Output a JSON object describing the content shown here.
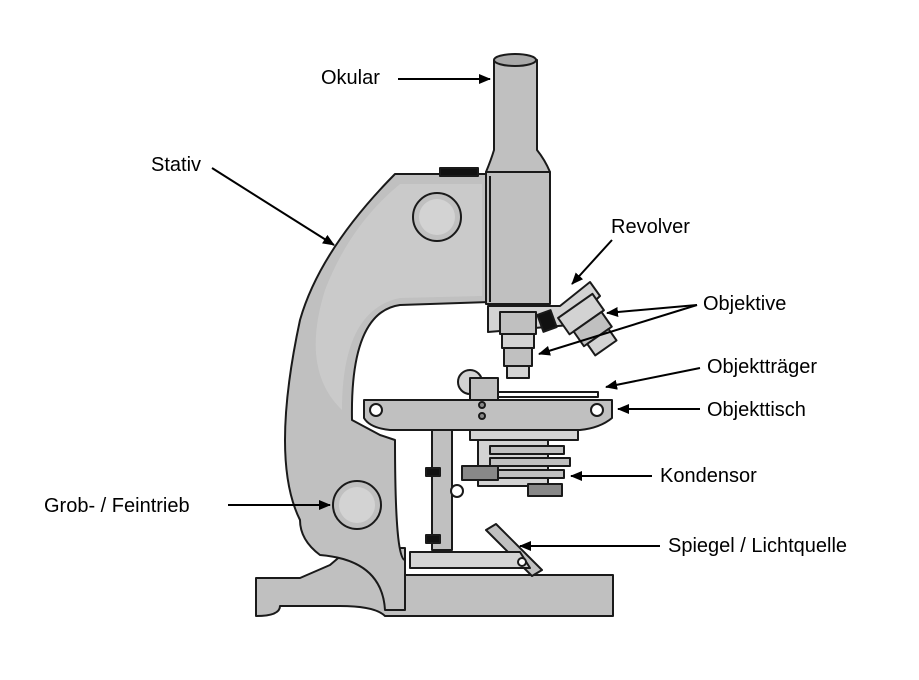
{
  "colors": {
    "body": "#c0c0c0",
    "body_light": "#d3d3d3",
    "body_dark": "#a9a9a9",
    "outline": "#1a1a1a",
    "black_part": "#111111",
    "text": "#000000"
  },
  "labels": {
    "okular": "Okular",
    "stativ": "Stativ",
    "revolver": "Revolver",
    "objektive": "Objektive",
    "objekttraeger": "Objektträger",
    "objekttisch": "Objekttisch",
    "kondensor": "Kondensor",
    "grob_feintrieb": "Grob- / Feintrieb",
    "spiegel": "Spiegel / Lichtquelle"
  }
}
